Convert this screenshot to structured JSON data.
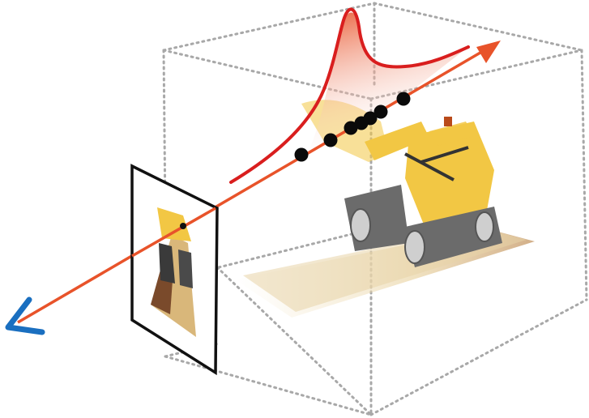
{
  "diagram": {
    "colors": {
      "ray": "#e8532a",
      "arrowhead": "#e8532a",
      "density_curve": "#d91e1e",
      "density_fill_top": "#e8532a",
      "density_fill_bottom": "#ffffff",
      "sample_points": "#0a0a0a",
      "camera": "#1a6fc0",
      "bounding_box": "#a8a8a8",
      "image_plane_border": "#111111",
      "model_body": "#f2c744",
      "model_shadow": "#e7d3a8",
      "model_tracks": "#6b6b6b"
    },
    "icons": {
      "camera": "camera-eye-icon",
      "model": "lego-bulldozer-model",
      "image": "rendered-bulldozer-thumbnail"
    },
    "sample_point_count": 7
  }
}
